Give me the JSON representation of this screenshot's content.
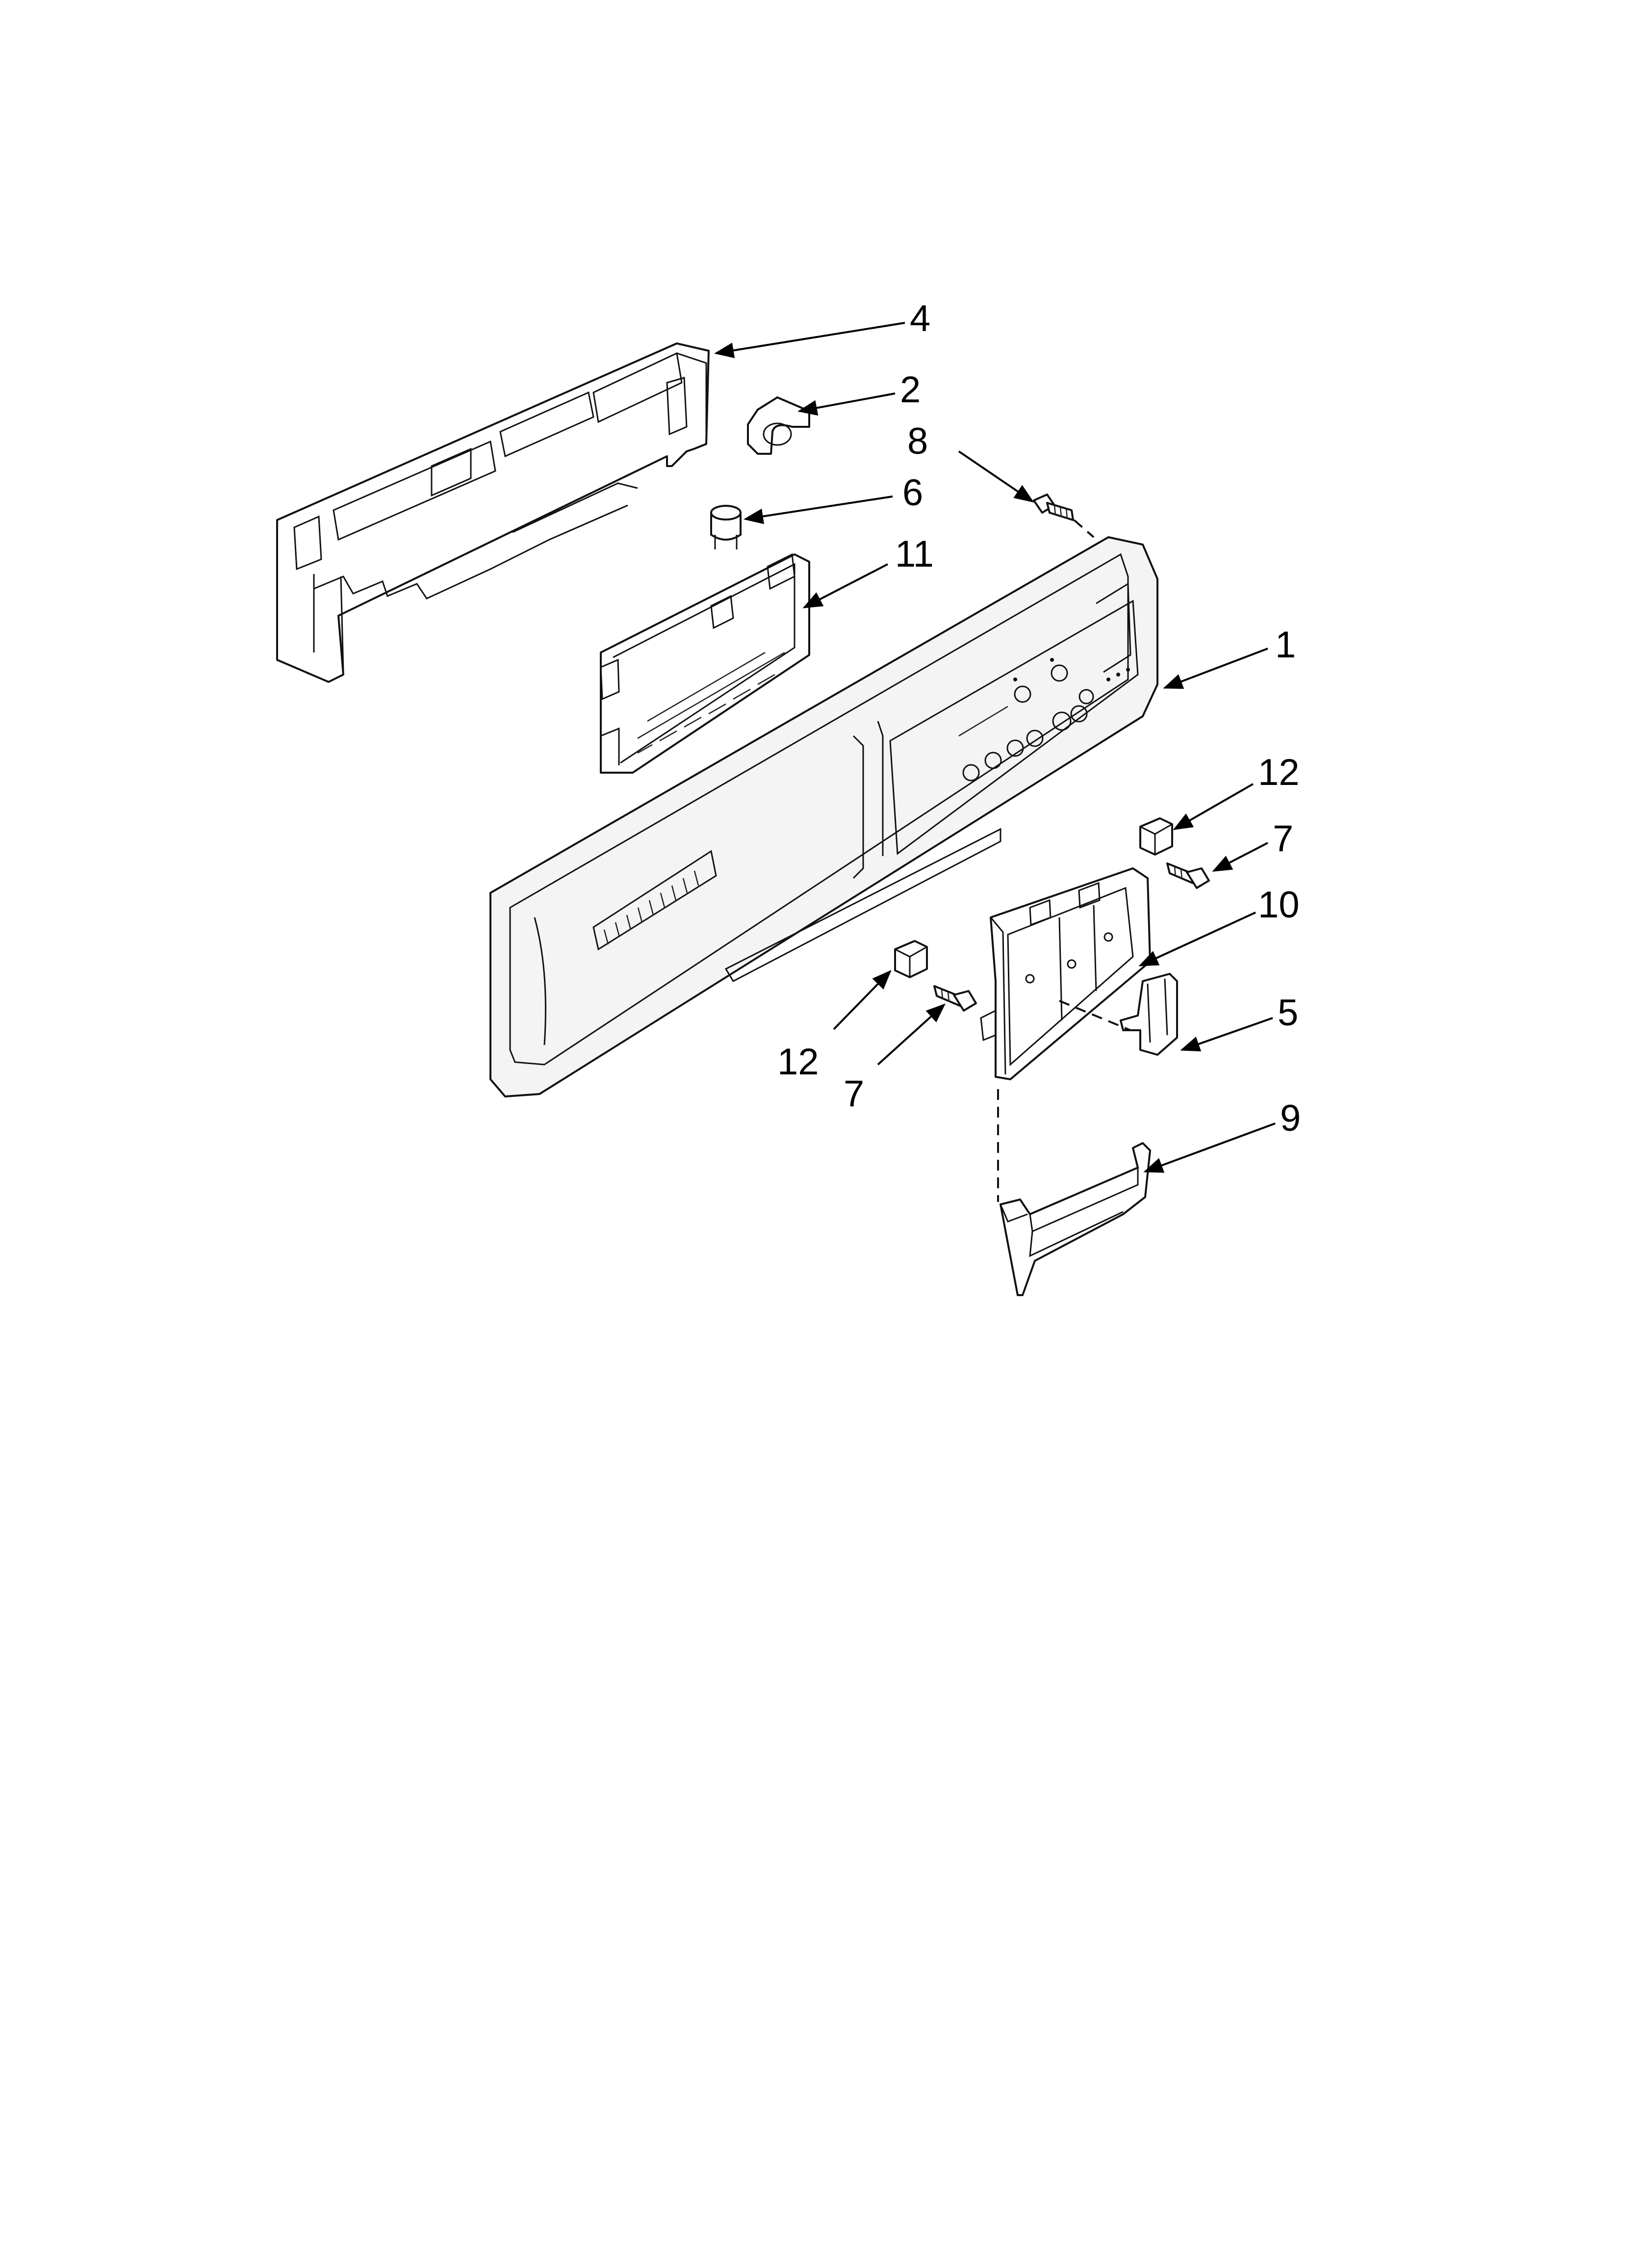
{
  "diagram": {
    "parts": [
      {
        "id": "part-4",
        "label": "4"
      },
      {
        "id": "part-2",
        "label": "2"
      },
      {
        "id": "part-8",
        "label": "8"
      },
      {
        "id": "part-6",
        "label": "6"
      },
      {
        "id": "part-11",
        "label": "11"
      },
      {
        "id": "part-1",
        "label": "1"
      },
      {
        "id": "part-12a",
        "label": "12"
      },
      {
        "id": "part-7a",
        "label": "7"
      },
      {
        "id": "part-10",
        "label": "10"
      },
      {
        "id": "part-5",
        "label": "5"
      },
      {
        "id": "part-12b",
        "label": "12"
      },
      {
        "id": "part-7b",
        "label": "7"
      },
      {
        "id": "part-9",
        "label": "9"
      }
    ]
  },
  "colors": {
    "line": "#111111",
    "background": "#ffffff",
    "panel": "#f4f4f4"
  }
}
